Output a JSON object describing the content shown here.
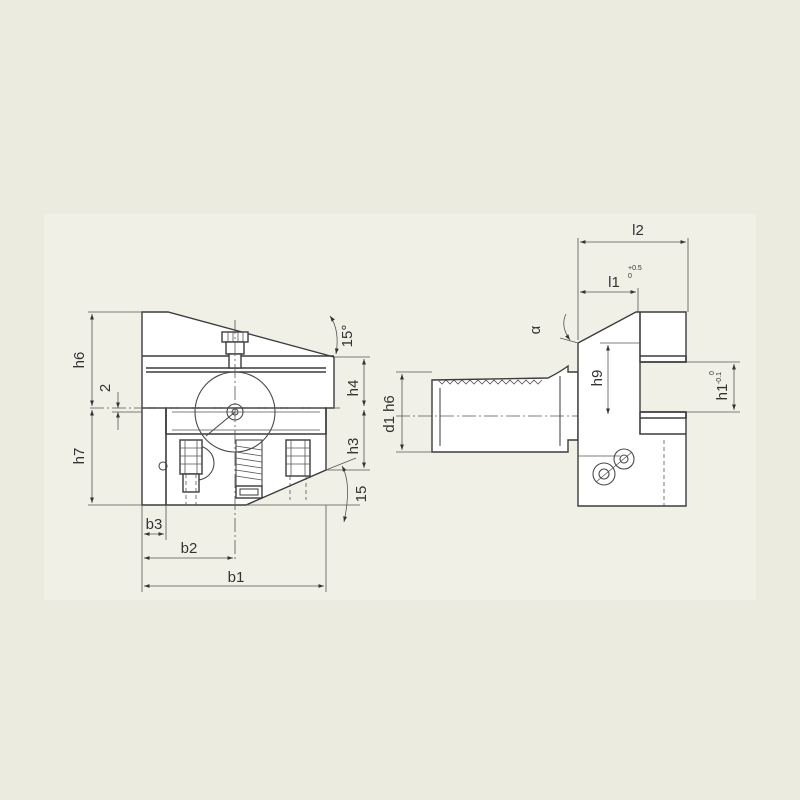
{
  "front_view": {
    "labels": {
      "h6": "h6",
      "h7": "h7",
      "two": "2",
      "h4": "h4",
      "h3": "h3",
      "angle_top": "15°",
      "angle_bottom": "15",
      "b3": "b3",
      "b2": "b2",
      "b1": "b1"
    }
  },
  "side_view": {
    "labels": {
      "l2": "l2",
      "l1": "l1",
      "l1_tol_upper": "+0.5",
      "l1_tol_lower": "0",
      "alpha": "α",
      "d1h6": "d1 h6",
      "h9": "h9",
      "h1": "h1",
      "h1_tol_upper": "0",
      "h1_tol_lower": "-0.1"
    }
  }
}
